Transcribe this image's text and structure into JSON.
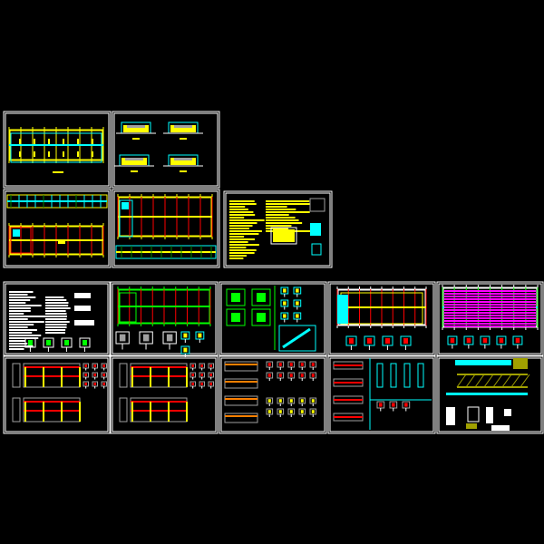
{
  "canvas": {
    "background": "#000000"
  },
  "colors": {
    "frame": "#ffffff",
    "yellow": "#ffff00",
    "cyan": "#00ffff",
    "red": "#ff0000",
    "green": "#00ff00",
    "magenta": "#ff00ff",
    "gray": "#a0a0a0",
    "olive": "#a0a000",
    "darkgreen": "#008000"
  },
  "sheets": [
    {
      "kind": "plan-simple"
    },
    {
      "kind": "elevations"
    },
    {
      "kind": "plan-detailed"
    },
    {
      "kind": "plan-roof"
    },
    {
      "kind": "notes"
    },
    {
      "kind": "notes-white"
    },
    {
      "kind": "plan-green"
    },
    {
      "kind": "details-green"
    },
    {
      "kind": "plan-yellow"
    },
    {
      "kind": "plan-magenta"
    },
    {
      "kind": "frames-red"
    },
    {
      "kind": "frames-red"
    },
    {
      "kind": "beams"
    },
    {
      "kind": "beams-cyan"
    },
    {
      "kind": "truss"
    }
  ]
}
